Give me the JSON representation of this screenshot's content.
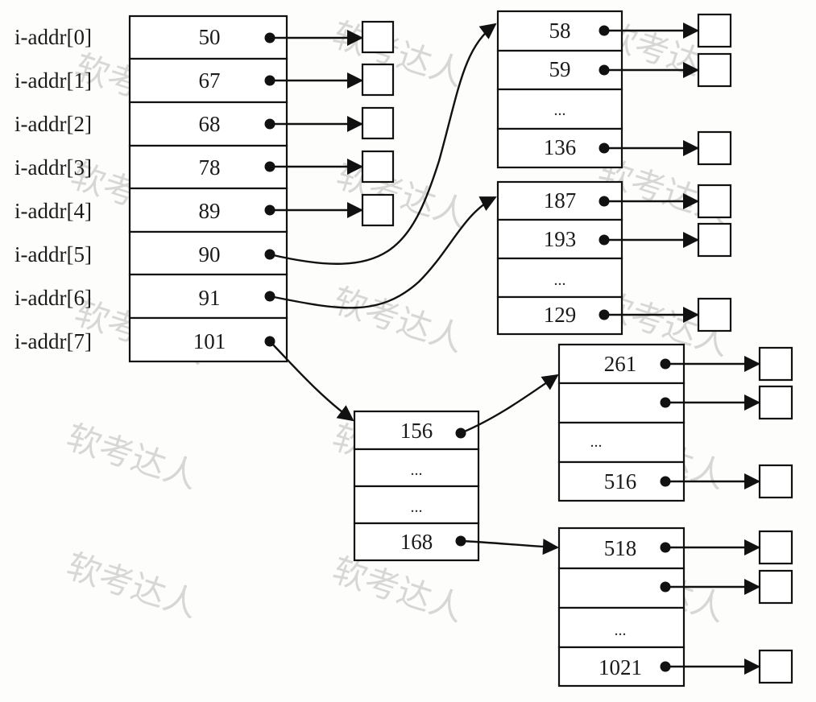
{
  "inode": {
    "labels": [
      "i-addr[0]",
      "i-addr[1]",
      "i-addr[2]",
      "i-addr[3]",
      "i-addr[4]",
      "i-addr[5]",
      "i-addr[6]",
      "i-addr[7]"
    ],
    "values": [
      "50",
      "67",
      "68",
      "78",
      "89",
      "90",
      "91",
      "101"
    ]
  },
  "index_block_90": {
    "values": [
      "58",
      "59",
      "...",
      "136"
    ]
  },
  "index_block_91": {
    "values": [
      "187",
      "193",
      "...",
      "129"
    ]
  },
  "index_block_101": {
    "values": [
      "156",
      "...",
      "...",
      "168"
    ]
  },
  "index_block_156": {
    "values": [
      "261",
      "",
      "...",
      "516"
    ]
  },
  "index_block_168": {
    "values": [
      "518",
      "",
      "...",
      "1021"
    ]
  },
  "watermark": "软考达人"
}
